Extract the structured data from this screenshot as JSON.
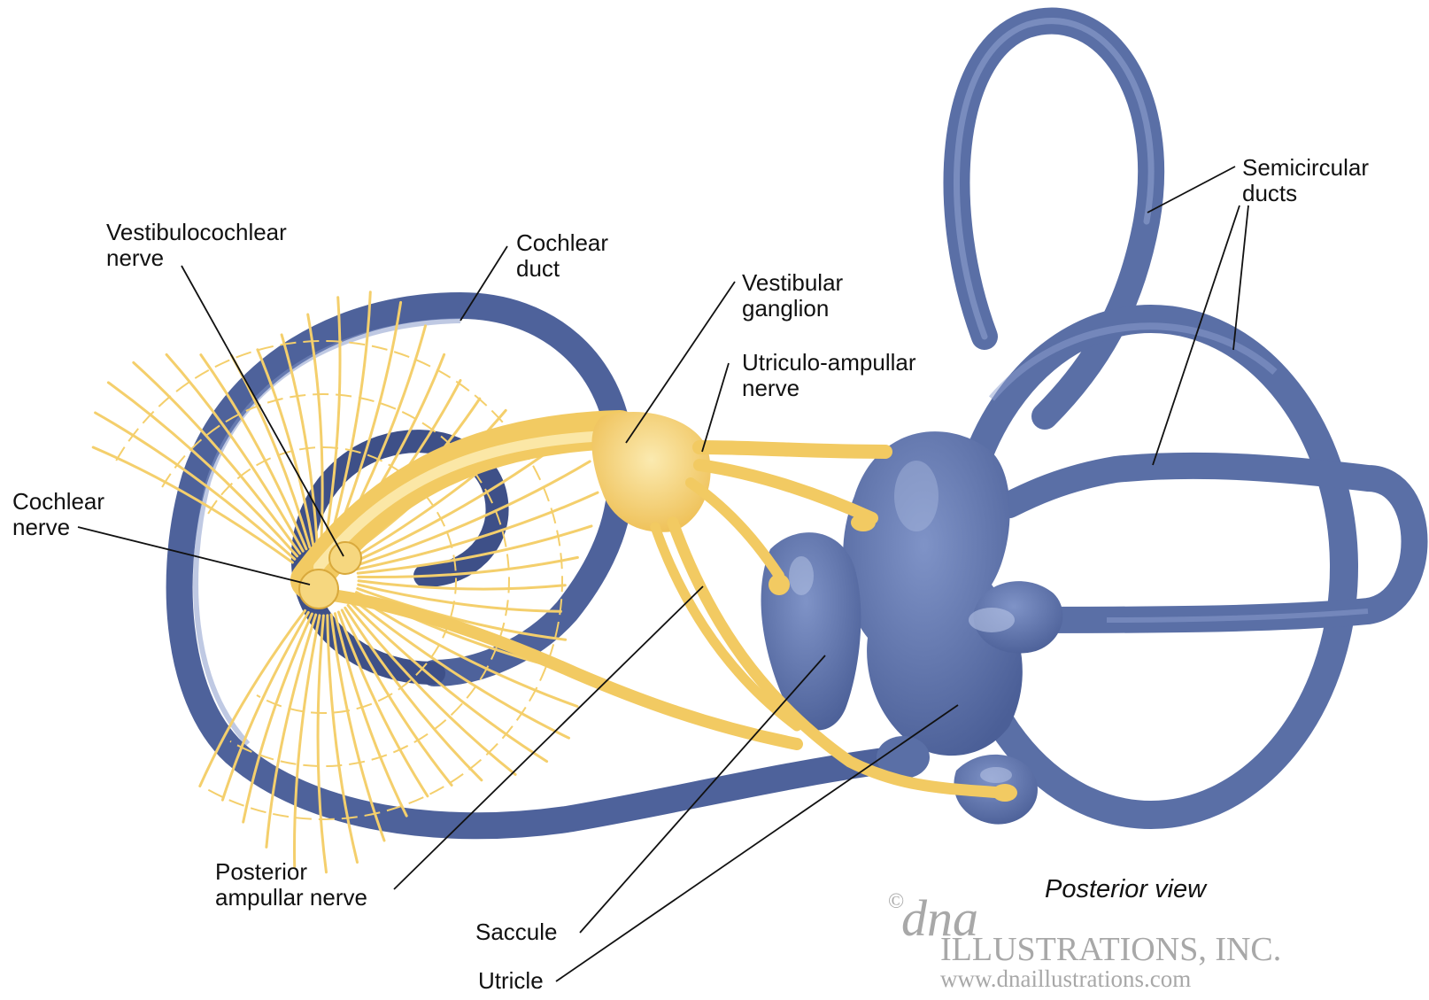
{
  "figure": {
    "caption": "Posterior view",
    "colors": {
      "membrane": "#5a6fa6",
      "membrane_dark": "#3e5088",
      "membrane_light": "#8ea0cf",
      "nerve": "#f4cf6c",
      "nerve_light": "#fae6a2",
      "nerve_dark": "#d9a93c",
      "leader_line": "#111111",
      "watermark": "#a8a8a8"
    },
    "labels": {
      "vestibulocochlear": {
        "line1": "Vestibulocochlear",
        "line2": "nerve"
      },
      "cochlear_duct": {
        "line1": "Cochlear",
        "line2": "duct"
      },
      "vestibular_ganglion": {
        "line1": "Vestibular",
        "line2": "ganglion"
      },
      "utriculo_ampullar": {
        "line1": "Utriculo-ampullar",
        "line2": "nerve"
      },
      "semicircular": {
        "line1": "Semicircular",
        "line2": "ducts"
      },
      "cochlear_nerve": {
        "line1": "Cochlear",
        "line2": "nerve"
      },
      "posterior_ampullar": {
        "line1": "Posterior",
        "line2": "ampullar nerve"
      },
      "saccule": {
        "line1": "Saccule"
      },
      "utricle": {
        "line1": "Utricle"
      }
    }
  },
  "watermark": {
    "copyright": "©",
    "script": "dna",
    "company": "ILLUSTRATIONS, INC.",
    "url": "www.dnaillustrations.com"
  }
}
